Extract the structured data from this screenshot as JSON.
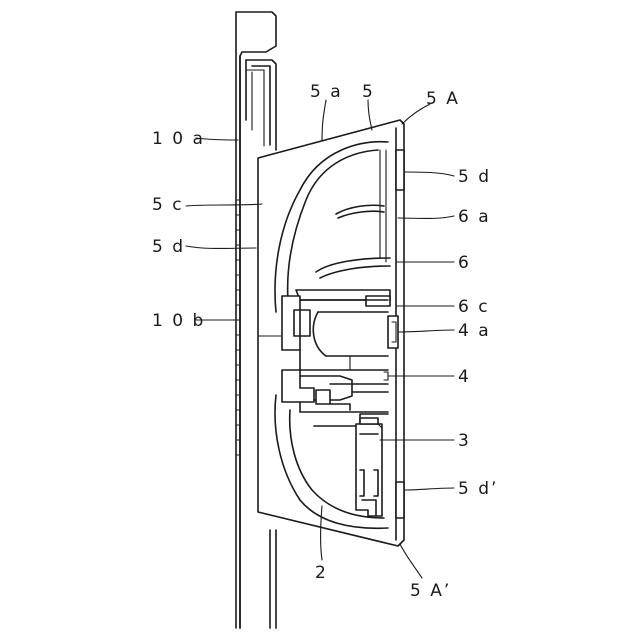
{
  "figure": {
    "labels": {
      "ref_5a": "5 a",
      "ref_5": "5",
      "ref_5A": "5 A",
      "ref_10a": "1 0 a",
      "ref_5c": "5 c",
      "ref_5d_left": "5 d",
      "ref_10b": "1 0 b",
      "ref_5d_right": "5 d",
      "ref_6a": "6 a",
      "ref_6": "6",
      "ref_6c": "6 c",
      "ref_4a": "4 a",
      "ref_4": "4",
      "ref_3": "3",
      "ref_5d_prime": "5 d’",
      "ref_2": "2",
      "ref_5A_prime": "5 A’"
    }
  }
}
